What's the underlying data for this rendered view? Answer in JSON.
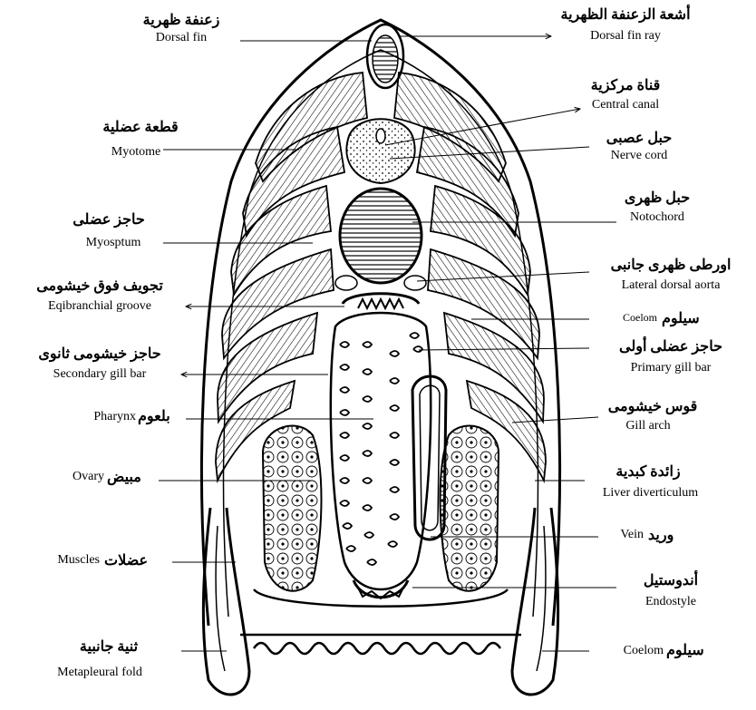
{
  "labels": {
    "dorsal_fin": {
      "ar": "زعنفة ظهرية",
      "en": "Dorsal fin"
    },
    "dorsal_fin_ray": {
      "ar": "أشعة الزعنفة الظهرية",
      "en": "Dorsal fin ray"
    },
    "central_canal": {
      "ar": "قناة مركزية",
      "en": "Central canal"
    },
    "myotome": {
      "ar": "قطعة عضلية",
      "en": "Myotome"
    },
    "nerve_cord": {
      "ar": "حبل عصبى",
      "en": "Nerve cord"
    },
    "notochord": {
      "ar": "حبل ظهرى",
      "en": "Notochord"
    },
    "myosptum": {
      "ar": "حاجز عضلى",
      "en": "Myosptum"
    },
    "lateral_dorsal_aorta": {
      "ar": "اورطى ظهرى جانبى",
      "en": "Lateral dorsal aorta"
    },
    "epibranchial_groove": {
      "ar": "تجويف فوق خيشومى",
      "en": "Eqibranchial groove"
    },
    "coelom_upper": {
      "ar": "سيلوم",
      "en": "Coelom"
    },
    "primary_gill_bar": {
      "ar": "حاجز عضلى أولى",
      "en": "Primary gill bar"
    },
    "secondary_gill_bar": {
      "ar": "حاجز خيشومى ثانوى",
      "en": "Secondary gill bar"
    },
    "gill_arch": {
      "ar": "قوس خيشومى",
      "en": "Gill arch"
    },
    "pharynx": {
      "ar": "بلعوم",
      "en": "Pharynx"
    },
    "liver_diverticulum": {
      "ar": "زائدة كبدية",
      "en": "Liver diverticulum"
    },
    "ovary": {
      "ar": "مبيض",
      "en": "Ovary"
    },
    "vein": {
      "ar": "وريد",
      "en": "Vein"
    },
    "muscles": {
      "ar": "عضلات",
      "en": "Muscles"
    },
    "endostyle": {
      "ar": "أندوستيل",
      "en": "Endostyle"
    },
    "metapleural_fold": {
      "ar": "ثنية جانبية",
      "en": "Metapleural fold"
    },
    "coelom_lower": {
      "ar": "سيلوم",
      "en": "Coelom"
    }
  }
}
